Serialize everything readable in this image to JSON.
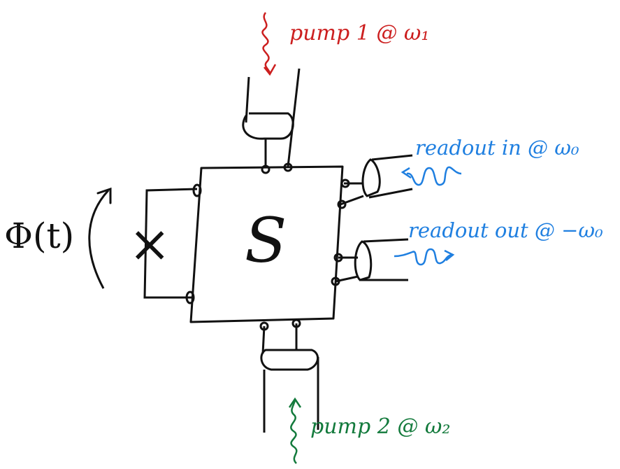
{
  "colors": {
    "ink": "#111111",
    "pump1": "#cc1f1f",
    "readout": "#1f7fe0",
    "pump2": "#137a3c"
  },
  "labels": {
    "pump1": "pump 1 @ ω₁",
    "readout_in": "readout in @ ω₀",
    "readout_out": "readout out @ −ω₀",
    "pump2": "pump 2 @ ω₂",
    "flux": "Φ(t)",
    "scatter": "S",
    "junction": "×"
  }
}
